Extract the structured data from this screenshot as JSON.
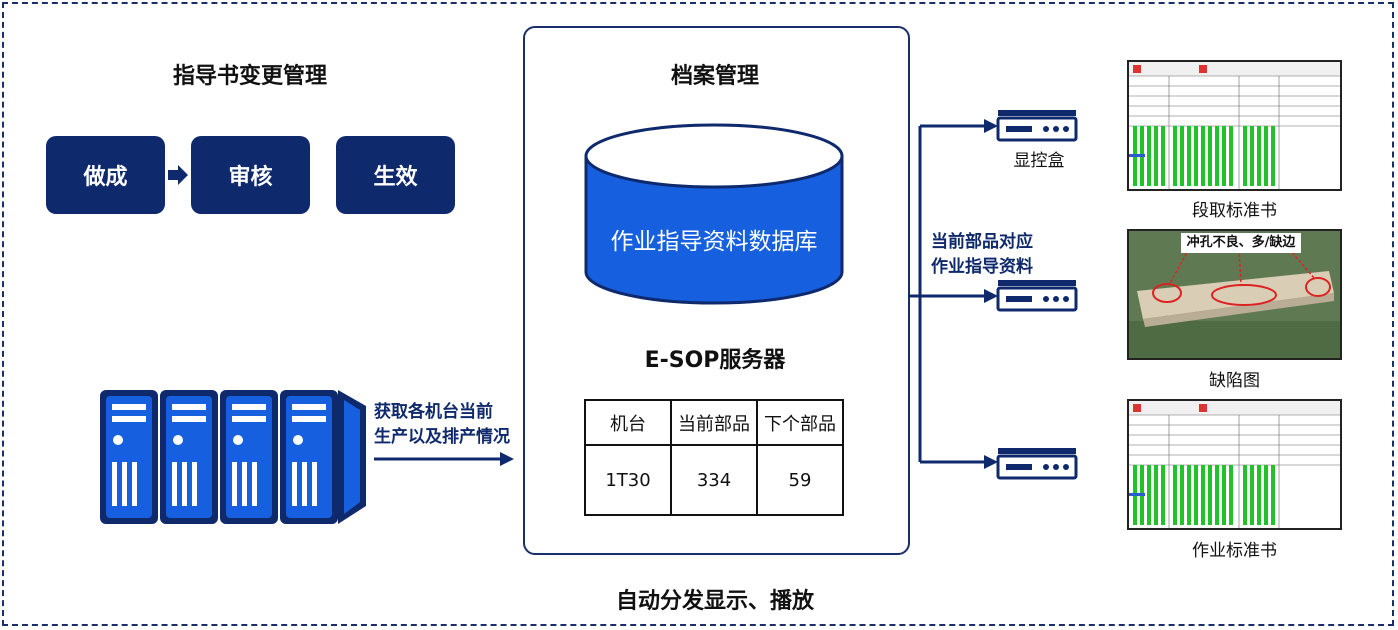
{
  "change_mgmt": {
    "title": "指导书变更管理",
    "steps": [
      "做成",
      "审核",
      "生效"
    ]
  },
  "archive": {
    "title": "档案管理"
  },
  "database": {
    "label": "作业指导资料数据库"
  },
  "server": {
    "title": "E-SOP服务器"
  },
  "machine_table": {
    "headers": [
      "机台",
      "当前部品",
      "下个部品"
    ],
    "row": [
      "1T30",
      "334",
      "59"
    ]
  },
  "left_arrow_label": [
    "获取各机台当前",
    "生产以及排产情况"
  ],
  "right_label": [
    "当前部品对应",
    "作业指导资料"
  ],
  "devices": [
    {
      "label": "显控盒"
    },
    {
      "label": ""
    },
    {
      "label": ""
    }
  ],
  "outputs": [
    {
      "label": "段取标准书"
    },
    {
      "label": "缺陷图",
      "overlay_text": "冲孔不良、多/缺边"
    },
    {
      "label": "作业标准书"
    }
  ],
  "bottom_caption": "自动分发显示、播放",
  "colors": {
    "navy": "#0f2a6c",
    "db_blue": "#1660e0",
    "green": "#22c32a"
  }
}
